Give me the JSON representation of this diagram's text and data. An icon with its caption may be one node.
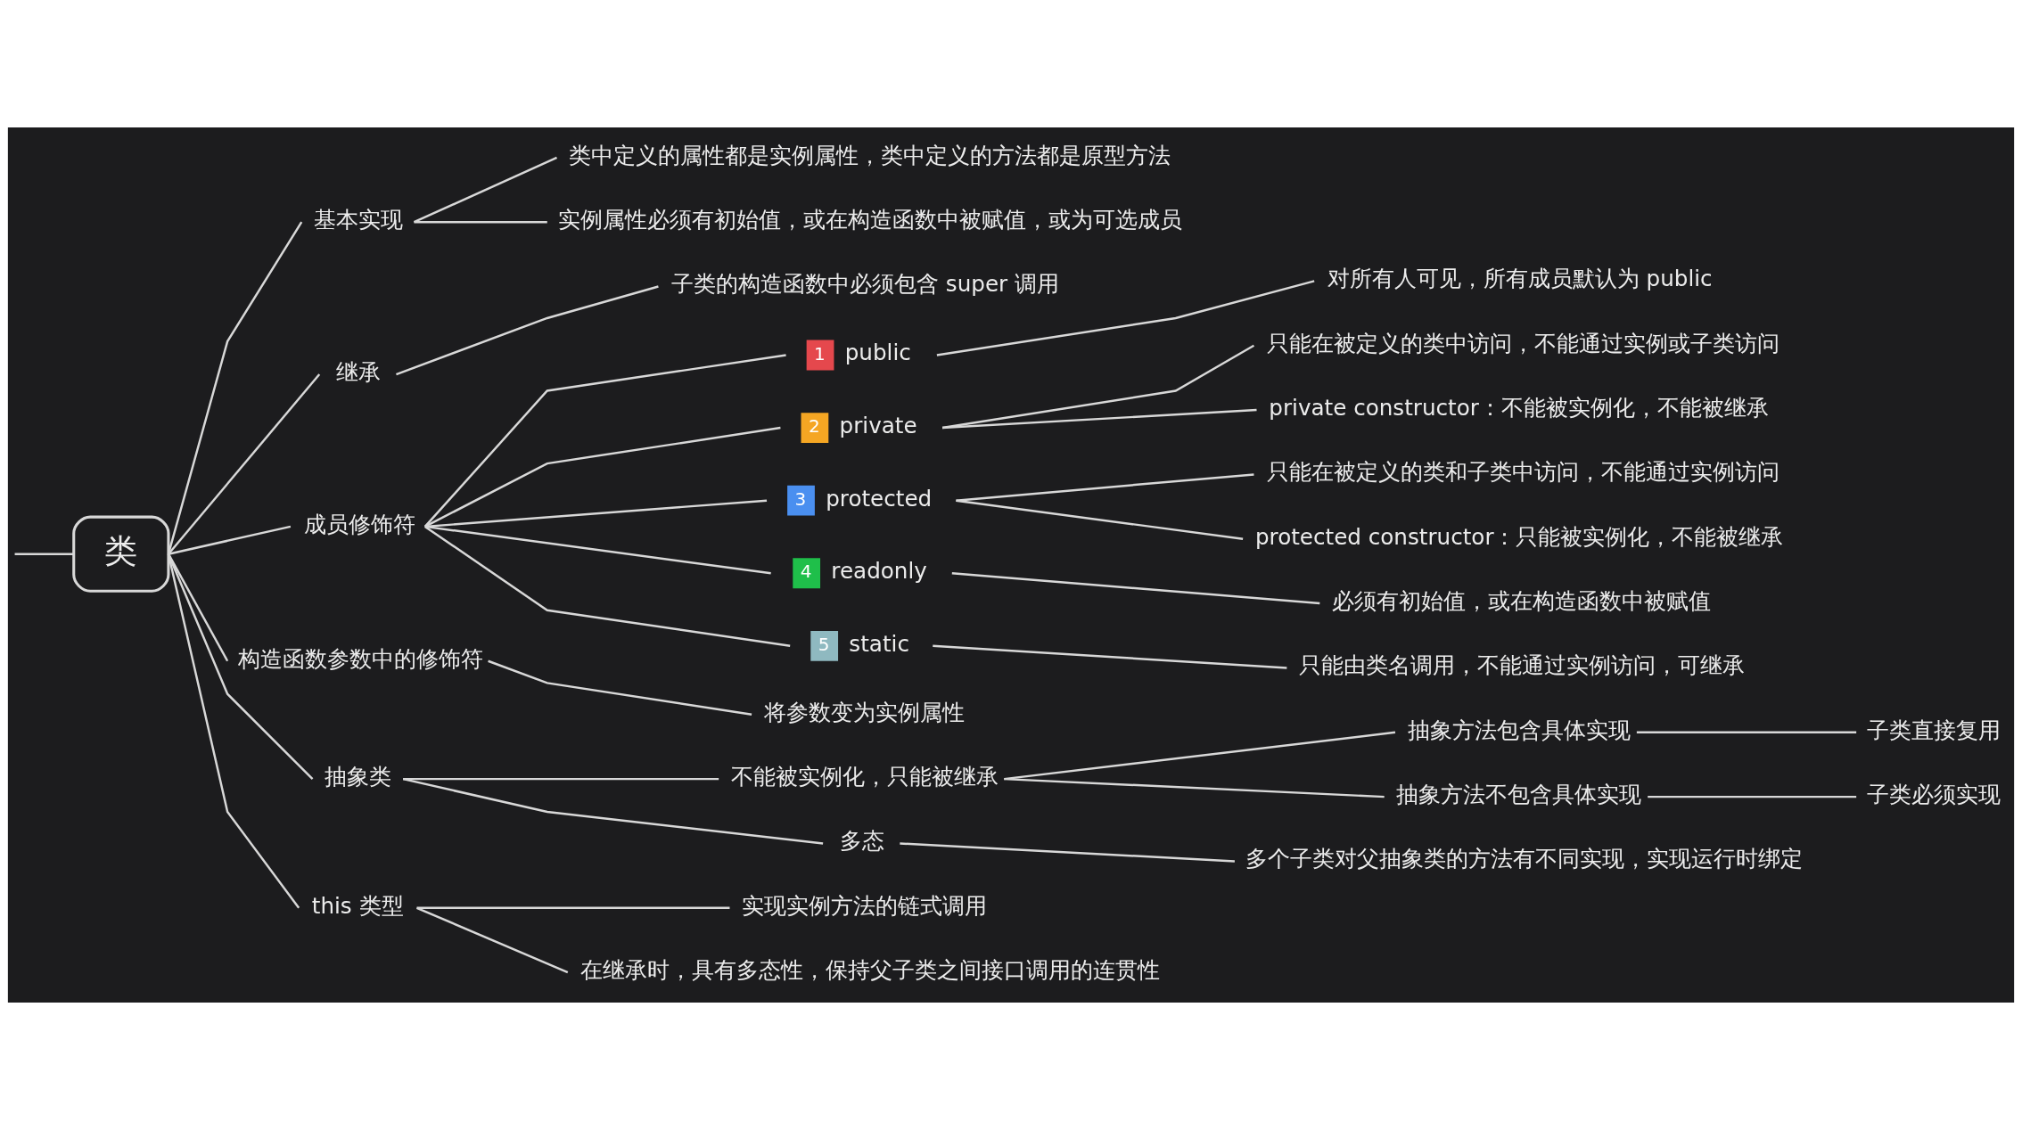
{
  "diagram": {
    "nodes": [
      {
        "text": [
          "类"
        ]
      },
      {
        "text": [
          "基本实现"
        ]
      },
      {
        "text": [
          "类中定义的属性都是实例属性，类中定义的方法都是原型方法"
        ]
      },
      {
        "text": [
          "实例属性必须有初始值，或在构造函数中被赋值，或为可选成员"
        ]
      },
      {
        "text": [
          "继承"
        ]
      },
      {
        "text": [
          "子类的构造函数中必须包含 super 调用"
        ]
      },
      {
        "text": [
          "成员修饰符"
        ]
      },
      {
        "text": [
          "1",
          "public"
        ]
      },
      {
        "text": [
          "对所有人可见，所有成员默认为 public"
        ]
      },
      {
        "text": [
          "2",
          "private"
        ]
      },
      {
        "text": [
          "只能在被定义的类中访问，不能通过实例或子类访问"
        ]
      },
      {
        "text": [
          "private constructor：不能被实例化，不能被继承"
        ]
      },
      {
        "text": [
          "3",
          "protected"
        ]
      },
      {
        "text": [
          "只能在被定义的类和子类中访问，不能通过实例访问"
        ]
      },
      {
        "text": [
          "protected constructor：只能被实例化，不能被继承"
        ]
      },
      {
        "text": [
          "4",
          "readonly"
        ]
      },
      {
        "text": [
          "必须有初始值，或在构造函数中被赋值"
        ]
      },
      {
        "text": [
          "5",
          "static"
        ]
      },
      {
        "text": [
          "只能由类名调用，不能通过实例访问，可继承"
        ]
      },
      {
        "text": [
          "构造函数参数中的修饰符"
        ]
      },
      {
        "text": [
          "将参数变为实例属性"
        ]
      },
      {
        "text": [
          "抽象类"
        ]
      },
      {
        "text": [
          "不能被实例化，只能被继承"
        ]
      },
      {
        "text": [
          "抽象方法包含具体实现"
        ]
      },
      {
        "text": [
          "子类直接复用"
        ]
      },
      {
        "text": [
          "抽象方法不包含具体实现"
        ]
      },
      {
        "text": [
          "子类必须实现"
        ]
      },
      {
        "text": [
          "多态"
        ]
      },
      {
        "text": [
          "多个子类对父抽象类的方法有不同实现，实现运行时绑定"
        ]
      },
      {
        "text": [
          "this 类型"
        ]
      },
      {
        "text": [
          "实现实例方法的链式调用"
        ]
      },
      {
        "text": [
          "在继承时，具有多态性，保持父子类之间接口调用的连贯性"
        ]
      }
    ],
    "edges": [
      {
        "from": null,
        "to": 0,
        "arrow": "none"
      },
      {
        "from": 0,
        "to": 1,
        "arrow": "none"
      },
      {
        "from": 1,
        "to": 2,
        "arrow": "none"
      },
      {
        "from": 1,
        "to": 3,
        "arrow": "none"
      },
      {
        "from": 0,
        "to": 4,
        "arrow": "none"
      },
      {
        "from": 4,
        "to": 5,
        "arrow": "none"
      },
      {
        "from": 0,
        "to": 6,
        "arrow": "none"
      },
      {
        "from": 6,
        "to": 7,
        "arrow": "none"
      },
      {
        "from": 7,
        "to": 8,
        "arrow": "none"
      },
      {
        "from": 6,
        "to": 9,
        "arrow": "none"
      },
      {
        "from": 9,
        "to": 10,
        "arrow": "none"
      },
      {
        "from": 9,
        "to": 11,
        "arrow": "none"
      },
      {
        "from": 6,
        "to": 12,
        "arrow": "none"
      },
      {
        "from": 12,
        "to": 13,
        "arrow": "none"
      },
      {
        "from": 12,
        "to": 14,
        "arrow": "none"
      },
      {
        "from": 6,
        "to": 15,
        "arrow": "none"
      },
      {
        "from": 15,
        "to": 16,
        "arrow": "none"
      },
      {
        "from": 6,
        "to": 17,
        "arrow": "none"
      },
      {
        "from": 17,
        "to": 18,
        "arrow": "none"
      },
      {
        "from": 0,
        "to": 19,
        "arrow": "none"
      },
      {
        "from": 19,
        "to": 20,
        "arrow": "none"
      },
      {
        "from": 0,
        "to": 21,
        "arrow": "none"
      },
      {
        "from": 21,
        "to": 22,
        "arrow": "none"
      },
      {
        "from": 22,
        "to": 23,
        "arrow": "none"
      },
      {
        "from": 23,
        "to": 24,
        "arrow": "none"
      },
      {
        "from": 22,
        "to": 25,
        "arrow": "none"
      },
      {
        "from": 25,
        "to": 26,
        "arrow": "none"
      },
      {
        "from": 21,
        "to": 27,
        "arrow": "none"
      },
      {
        "from": 27,
        "to": 28,
        "arrow": "none"
      },
      {
        "from": 0,
        "to": 29,
        "arrow": "none"
      },
      {
        "from": 29,
        "to": 30,
        "arrow": "none"
      },
      {
        "from": 29,
        "to": 31,
        "arrow": "none"
      }
    ]
  }
}
